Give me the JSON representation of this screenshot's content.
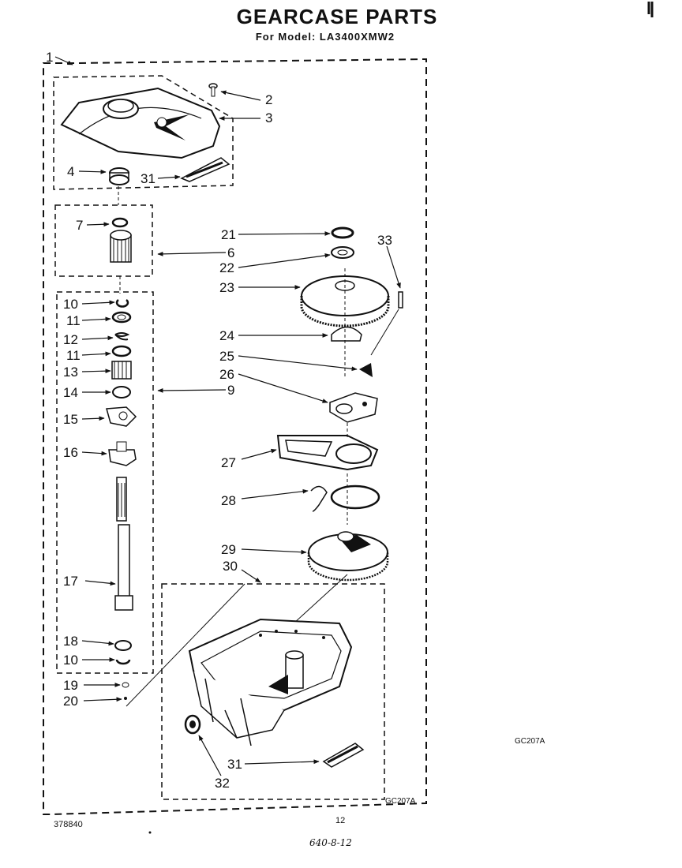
{
  "title": "GEARCASE PARTS",
  "subtitle": "For Model: LA3400XMW2",
  "callouts": {
    "c1": "1",
    "c2": "2",
    "c3": "3",
    "c4": "4",
    "c31a": "31",
    "c7": "7",
    "c6": "6",
    "c10a": "10",
    "c11a": "11",
    "c12": "12",
    "c11b": "11",
    "c13": "13",
    "c14": "14",
    "c9": "9",
    "c15": "15",
    "c16": "16",
    "c17": "17",
    "c18": "18",
    "c10b": "10",
    "c19": "19",
    "c20": "20",
    "c21": "21",
    "c33": "33",
    "c22": "22",
    "c23": "23",
    "c24": "24",
    "c25": "25",
    "c26": "26",
    "c27": "27",
    "c28": "28",
    "c29": "29",
    "c30": "30",
    "c31b": "31",
    "c32": "32"
  },
  "footer": {
    "code_right": "GC207A",
    "code_box": "GC207A",
    "doc_number": "378840",
    "page": "12",
    "handwritten": "640-8-12"
  }
}
